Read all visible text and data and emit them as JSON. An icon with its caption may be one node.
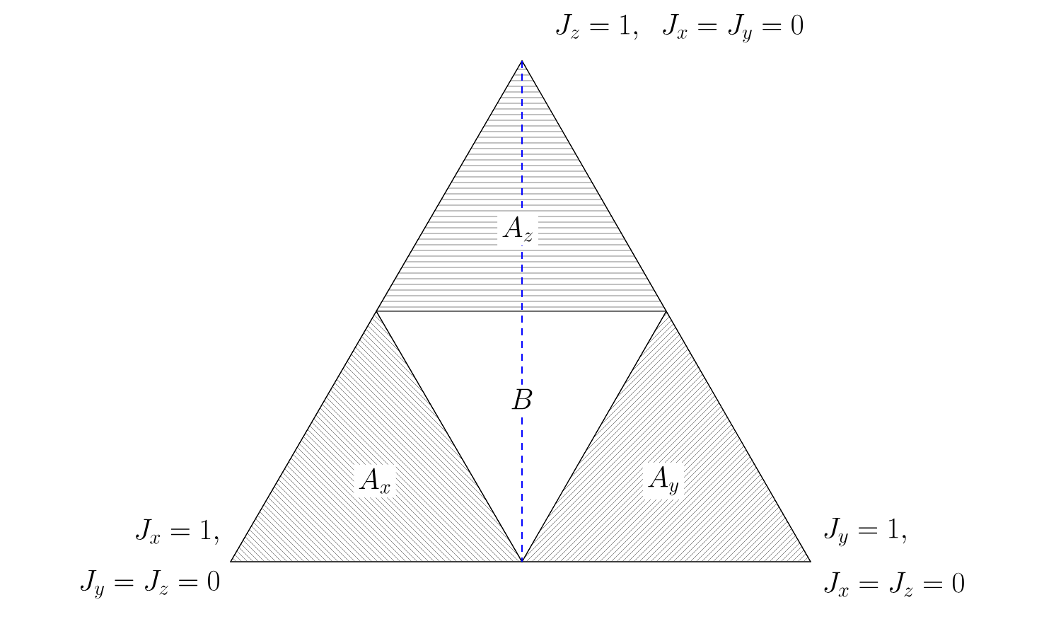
{
  "diagram": {
    "nodes": [
      {
        "text": [
          "A_z"
        ]
      },
      {
        "text": [
          "B"
        ]
      },
      {
        "text": [
          "A_x"
        ]
      },
      {
        "text": [
          "A_y"
        ]
      }
    ],
    "labels": [
      "J_z = 1,\\;\\; J_x = J_y = 0",
      "J_x = 1,",
      "J_y = J_z = 0",
      "J_y = 1,",
      "J_x = J_z = 0"
    ]
  }
}
